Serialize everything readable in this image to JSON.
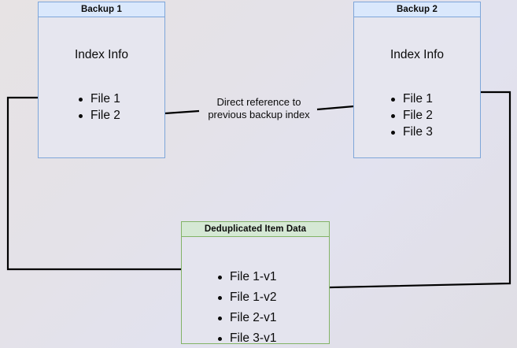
{
  "diagram": {
    "title_implicit": "Backup deduplication reference diagram",
    "nodes": {
      "backup1": {
        "title": "Backup 1",
        "section_label": "Index Info",
        "files": [
          "File 1",
          "File 2"
        ]
      },
      "backup2": {
        "title": "Backup 2",
        "section_label": "Index Info",
        "files": [
          "File 1",
          "File 2",
          "File 3"
        ]
      },
      "dedup": {
        "title": "Deduplicated Item Data",
        "items": [
          "File 1-v1",
          "File 1-v2",
          "File 2-v1",
          "File 3-v1"
        ]
      }
    },
    "edges": {
      "reference_caption_line1": "Direct reference to",
      "reference_caption_line2": "previous backup index"
    },
    "colors": {
      "blue_fill": "#dae8fc",
      "blue_stroke": "#7ea6d9",
      "green_fill": "#d5e8d4",
      "green_stroke": "#82b366",
      "body_fill": "#e6e6ef",
      "edge_stroke": "#000000",
      "text": "#0a0a0a"
    }
  }
}
